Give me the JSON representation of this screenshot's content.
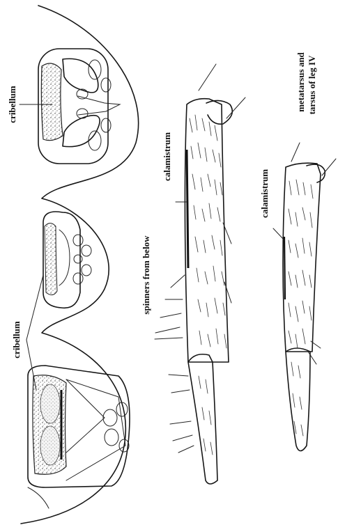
{
  "labels": {
    "cribellum_top": "cribellum",
    "cribellum_bottom": "cribellum",
    "spinners": "spinners from below",
    "calamistrum_upper": "calamistrum",
    "calamistrum_lower": "calamistrum",
    "leg_caption_line1": "metatarsus and",
    "leg_caption_line2": "tarsus of leg IV"
  }
}
